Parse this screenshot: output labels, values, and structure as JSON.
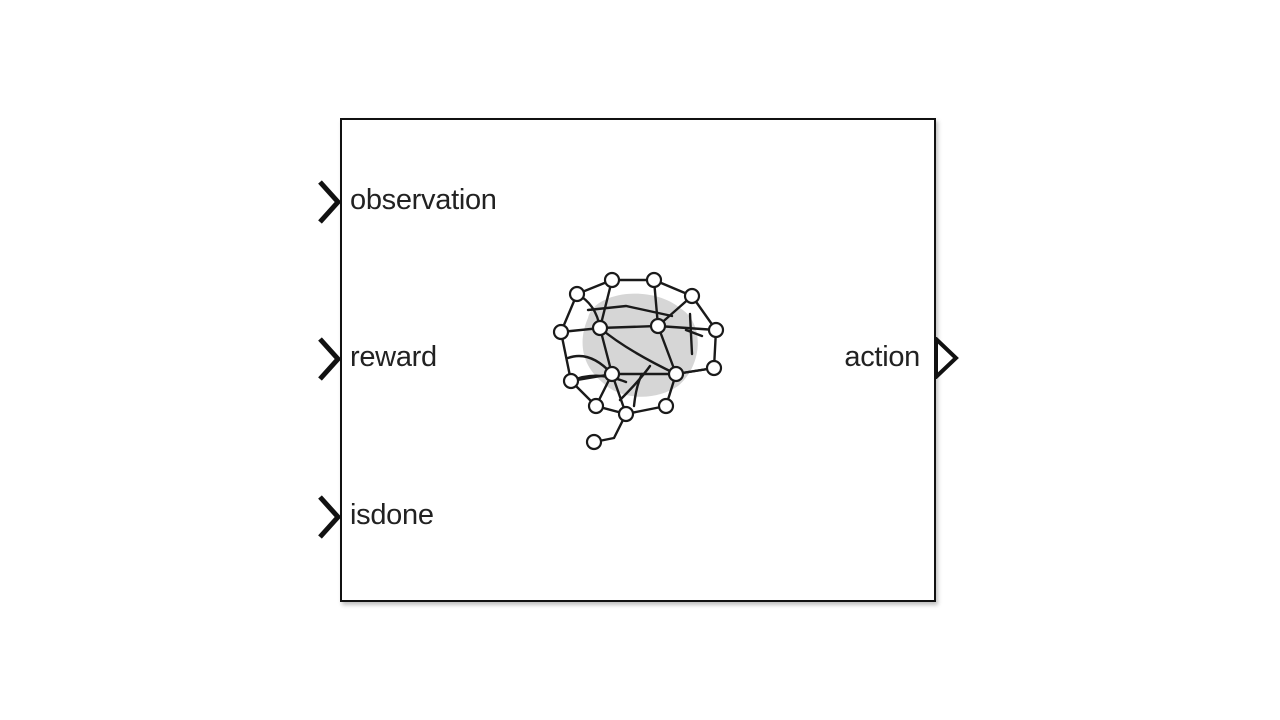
{
  "block": {
    "inputs": [
      "observation",
      "reward",
      "isdone"
    ],
    "outputs": [
      "action"
    ],
    "icon": "neural-network-brain-icon"
  },
  "colors": {
    "border": "#111111",
    "text": "#222222",
    "brain_fill": "#d6d6d6"
  }
}
